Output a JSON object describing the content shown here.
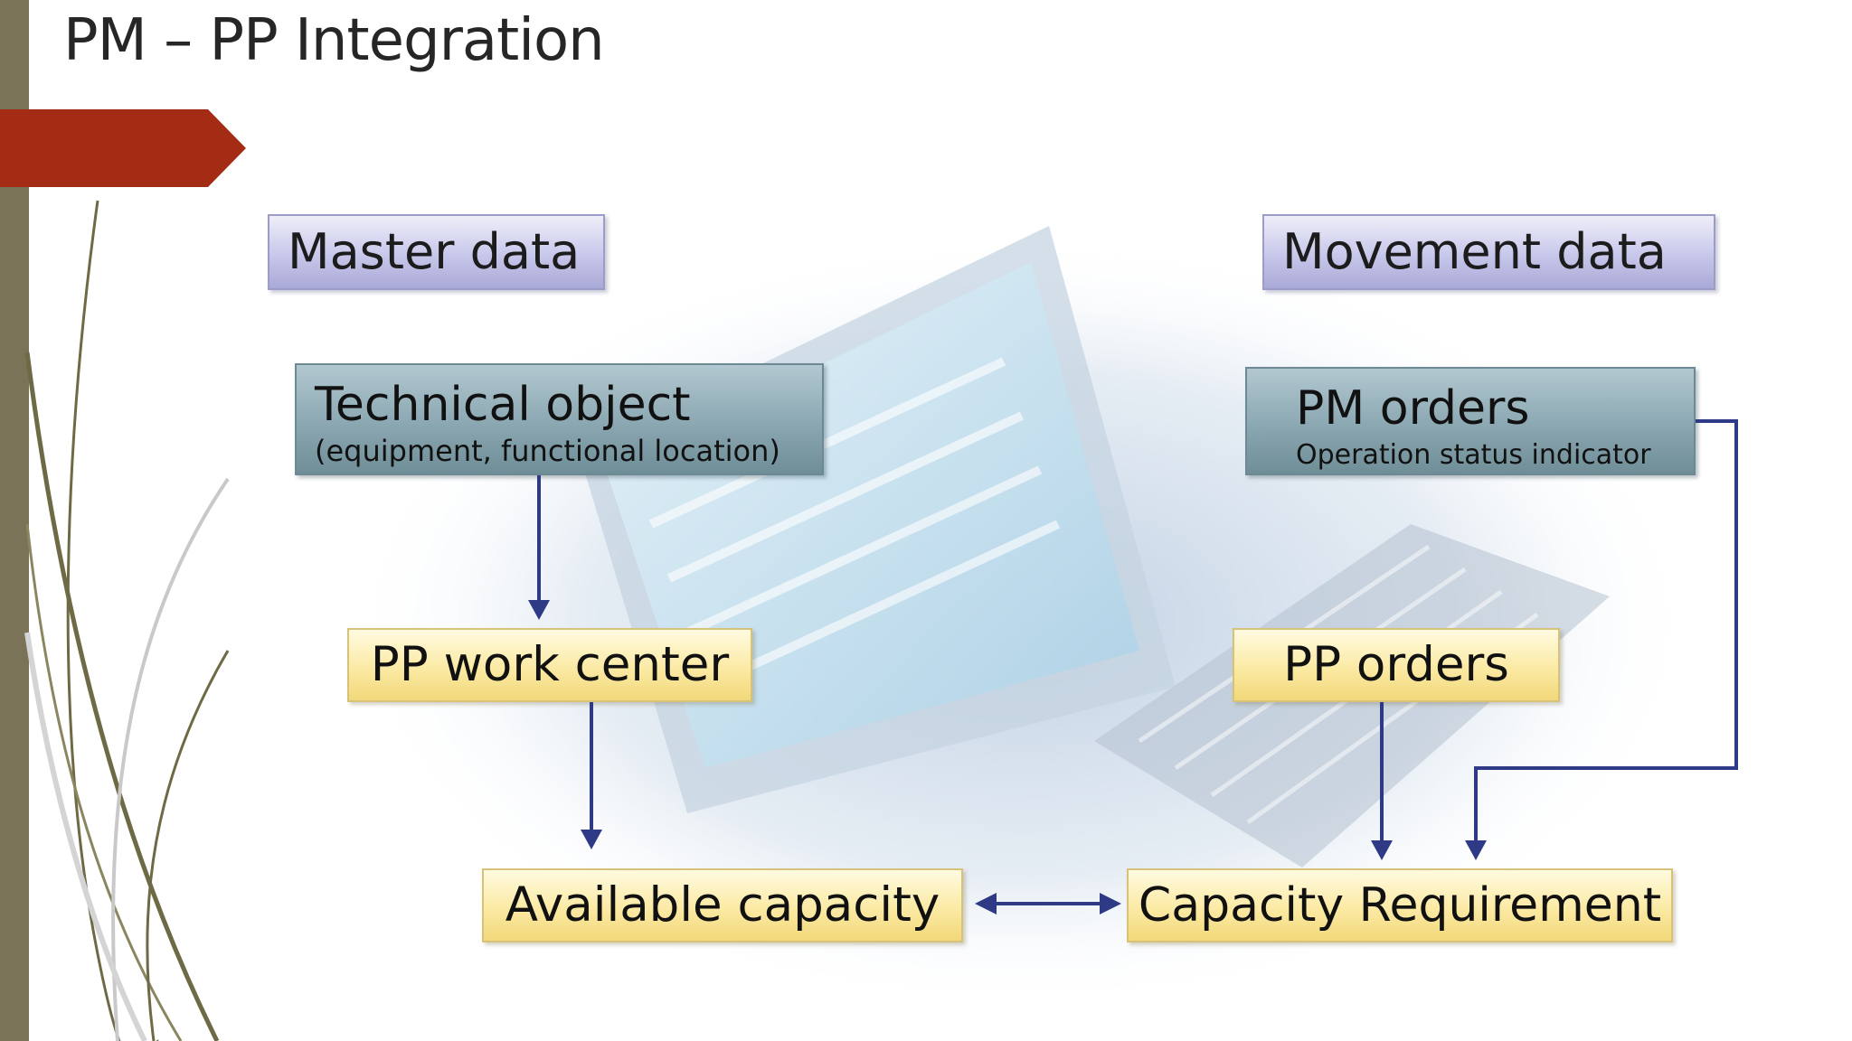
{
  "slide": {
    "title": "PM – PP Integration",
    "colors": {
      "left_bar": "#7a7357",
      "red_tab": "#a42c14",
      "swoosh": "#6e6a45"
    }
  },
  "diagram": {
    "master_data_header": "Master data",
    "movement_data_header": "Movement data",
    "technical_object": {
      "title": "Technical object",
      "subtitle": "(equipment, functional location)"
    },
    "pm_orders": {
      "title": "PM orders",
      "subtitle": "Operation status indicator"
    },
    "pp_work_center": "PP work center",
    "pp_orders": "PP orders",
    "available_capacity": "Available capacity",
    "capacity_requirement": "Capacity Requirement",
    "colors": {
      "arrow": "#2e3a86",
      "header_fill": "#c7c7eb",
      "object_fill": "#8eaab4",
      "resource_fill": "#fbeaa4"
    }
  }
}
